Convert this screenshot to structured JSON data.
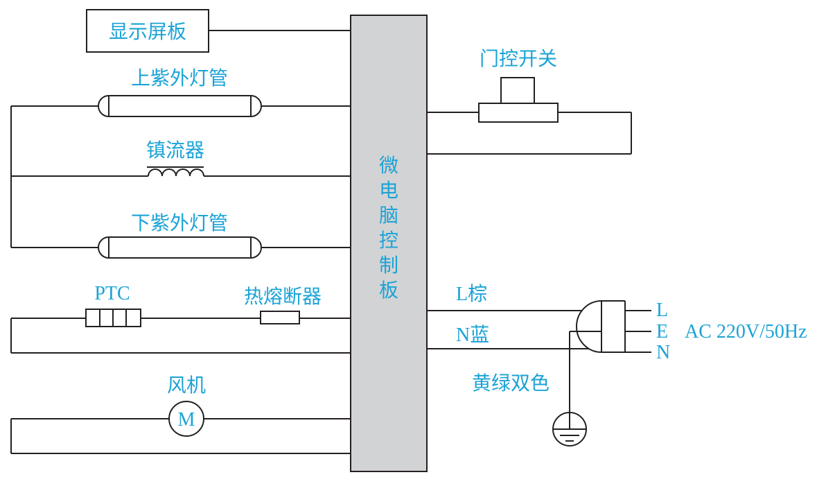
{
  "labels": {
    "display_panel": "显示屏板",
    "upper_uv_lamp": "上紫外灯管",
    "ballast": "镇流器",
    "lower_uv_lamp": "下紫外灯管",
    "ptc": "PTC",
    "thermal_fuse": "热熔断器",
    "fan": "风机",
    "motor_symbol": "M",
    "door_switch": "门控开关",
    "wire_l": "L棕",
    "wire_n": "N蓝",
    "ground_wire": "黄绿双色",
    "plug_l": "L",
    "plug_e": "E",
    "plug_n": "N",
    "power_spec": "AC 220V/50Hz"
  },
  "control_board": {
    "chars": [
      "微",
      "电",
      "脑",
      "控",
      "制",
      "板"
    ]
  },
  "colors": {
    "label": "#1ba3d6",
    "board_fill": "#d2d3d5",
    "line": "#231f20"
  }
}
